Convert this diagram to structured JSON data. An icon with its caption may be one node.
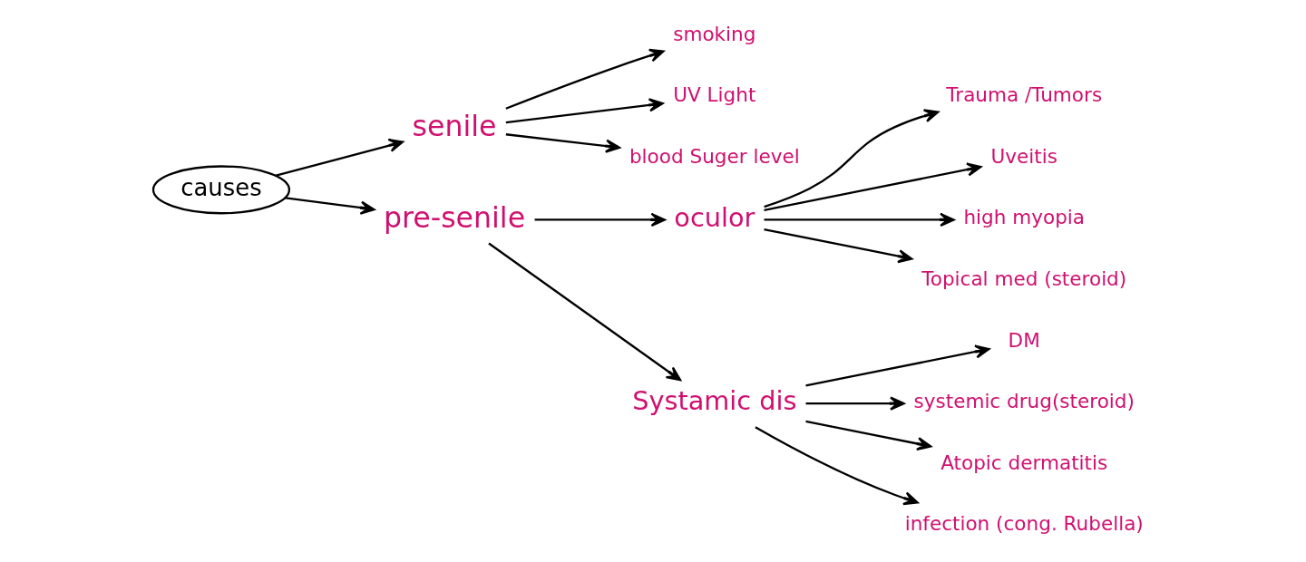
{
  "diagram": {
    "nodes": [
      {
        "text": [
          "causes"
        ]
      },
      {
        "text": [
          "senile"
        ]
      },
      {
        "text": [
          "smoking"
        ]
      },
      {
        "text": [
          "UV Light"
        ]
      },
      {
        "text": [
          "blood Suger level"
        ]
      },
      {
        "text": [
          "pre-senile"
        ]
      },
      {
        "text": [
          "oculor"
        ]
      },
      {
        "text": [
          "Trauma /Tumors"
        ]
      },
      {
        "text": [
          "Uveitis"
        ]
      },
      {
        "text": [
          "high myopia"
        ]
      },
      {
        "text": [
          "Topical med (steroid)"
        ]
      },
      {
        "text": [
          "Systamic dis"
        ]
      },
      {
        "text": [
          "DM"
        ]
      },
      {
        "text": [
          "systemic drug(steroid)"
        ]
      },
      {
        "text": [
          "Atopic dermatitis"
        ]
      },
      {
        "text": [
          "infection (cong. Rubella)"
        ]
      }
    ],
    "edges": [
      {
        "from": 0,
        "to": 1,
        "arrow": "to"
      },
      {
        "from": 0,
        "to": 5,
        "arrow": "to"
      },
      {
        "from": 1,
        "to": 2,
        "arrow": "to"
      },
      {
        "from": 1,
        "to": 3,
        "arrow": "to"
      },
      {
        "from": 1,
        "to": 4,
        "arrow": "to"
      },
      {
        "from": 5,
        "to": 6,
        "arrow": "to"
      },
      {
        "from": 5,
        "to": 11,
        "arrow": "to"
      },
      {
        "from": 6,
        "to": 7,
        "arrow": "to"
      },
      {
        "from": 6,
        "to": 8,
        "arrow": "to"
      },
      {
        "from": 6,
        "to": 9,
        "arrow": "to"
      },
      {
        "from": 6,
        "to": 10,
        "arrow": "to"
      },
      {
        "from": 11,
        "to": 12,
        "arrow": "to"
      },
      {
        "from": 11,
        "to": 13,
        "arrow": "to"
      },
      {
        "from": 11,
        "to": 14,
        "arrow": "to"
      },
      {
        "from": 11,
        "to": 15,
        "arrow": "to"
      }
    ]
  }
}
